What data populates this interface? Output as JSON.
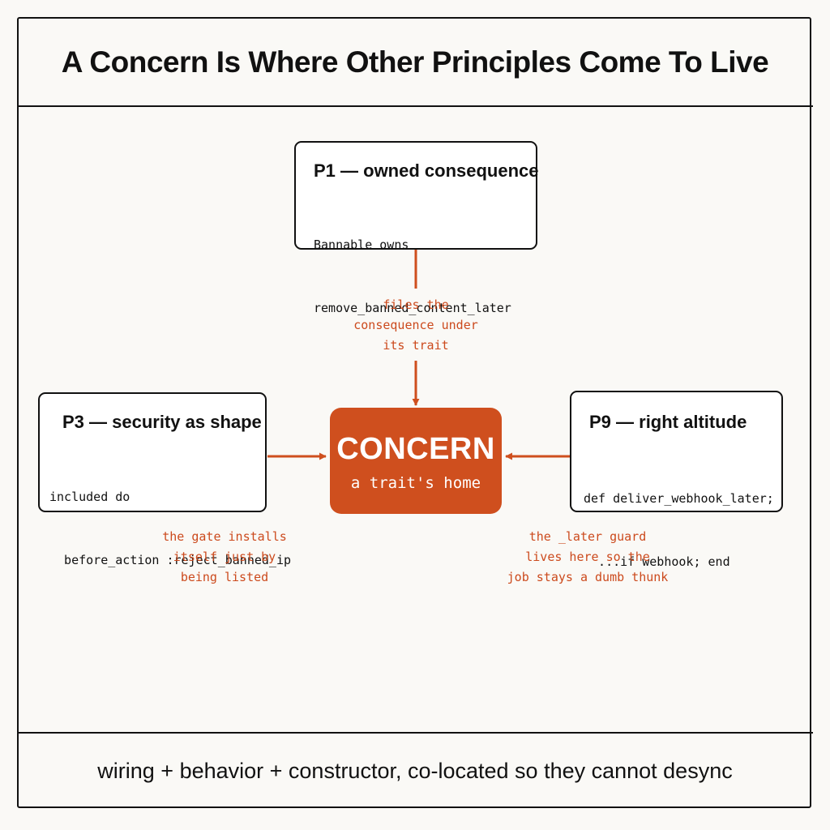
{
  "title": "A Concern Is Where Other Principles Come To Live",
  "footer": "wiring + behavior + constructor, co-located so they cannot desync",
  "colors": {
    "accent": "#cf4f1e",
    "note_text": "#cc4a1d",
    "ink": "#111111",
    "background": "#faf9f6"
  },
  "hub": {
    "title": "CONCERN",
    "subtitle": "a trait's home"
  },
  "boxes": {
    "p1": {
      "title": "P1 — owned consequence",
      "code": [
        "Bannable owns",
        "remove_banned_content_later"
      ]
    },
    "p3": {
      "title": "P3 — security as shape",
      "code": [
        "included do",
        "  before_action :reject_banned_ip"
      ]
    },
    "p9": {
      "title": "P9 — right altitude",
      "code": [
        "def deliver_webhook_later;",
        "  ...if webhook; end"
      ]
    }
  },
  "notes": {
    "p1": [
      "files the",
      "consequence under",
      "its trait"
    ],
    "p3": [
      "the gate installs",
      "itself just by",
      "being listed"
    ],
    "p9": [
      "the _later guard",
      "lives here so the",
      "job stays a dumb thunk"
    ]
  }
}
